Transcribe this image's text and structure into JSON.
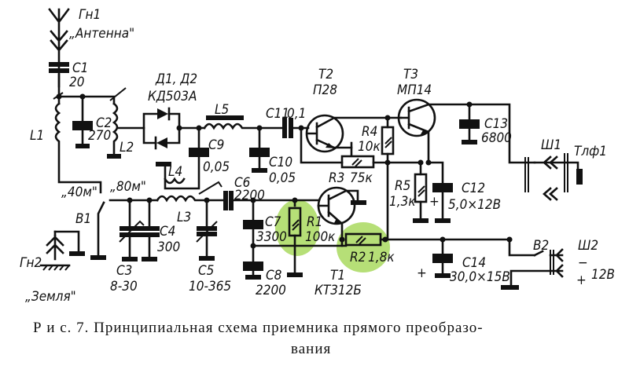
{
  "title": "Рис. 7. Принципиальная схема приемника прямого преобразования",
  "caption": {
    "line1": "Р и с.  7.  Принципиальная  схема  приемника  прямого  преобразо-",
    "line2": "вания"
  },
  "components": {
    "gn1": "Гн1",
    "antenna": "„Антенна\"",
    "gn2": "Гн2",
    "ground": "„Земля\"",
    "c1": "C1",
    "c1_val": "20",
    "c2": "C2",
    "c2_val": "270",
    "l1": "L1",
    "l2": "L2",
    "l3": "L3",
    "l4": "L4",
    "l5": "L5",
    "d": "Д1, Д2",
    "d_type": "КД503А",
    "c9": "C9",
    "c9_val": "0,05",
    "c10": "C10",
    "c10_val": "0,05",
    "c11": "C11",
    "c11_val": "0,1",
    "c6": "C6",
    "c6_val": "2200",
    "c7": "C7",
    "c7_val": "3300",
    "c8": "C8",
    "c8_val": "2200",
    "c3": "C3",
    "c3_val": "8-30",
    "c4": "C4",
    "c4_val": "300",
    "c5": "C5",
    "c5_val": "10-365",
    "c12": "C12",
    "c12_val": "5,0×12В",
    "c13": "C13",
    "c13_val": "6800",
    "c14": "C14",
    "c14_val": "30,0×15В",
    "r1": "R1",
    "r1_val": "100к",
    "r2": "R2",
    "r2_val": "1,8к",
    "r3": "R3",
    "r3_val": "75к",
    "r4": "R4",
    "r4_val": "10к",
    "r5": "R5",
    "r5_val": "1,3к",
    "t1": "T1",
    "t1_type": "КТ312Б",
    "t2": "T2",
    "t2_type": "П28",
    "t3": "T3",
    "t3_type": "МП14",
    "b1": "B1",
    "b2": "B2",
    "band40": "„40м\"",
    "band80": "„80м\"",
    "sh1": "Ш1",
    "tlf1": "Тлф1",
    "sh2": "Ш2",
    "minus": "−",
    "plus": "+",
    "supply": "12В",
    "c12_plus": "+",
    "c14_plus": "+"
  },
  "highlight_color": "#a9d95f"
}
